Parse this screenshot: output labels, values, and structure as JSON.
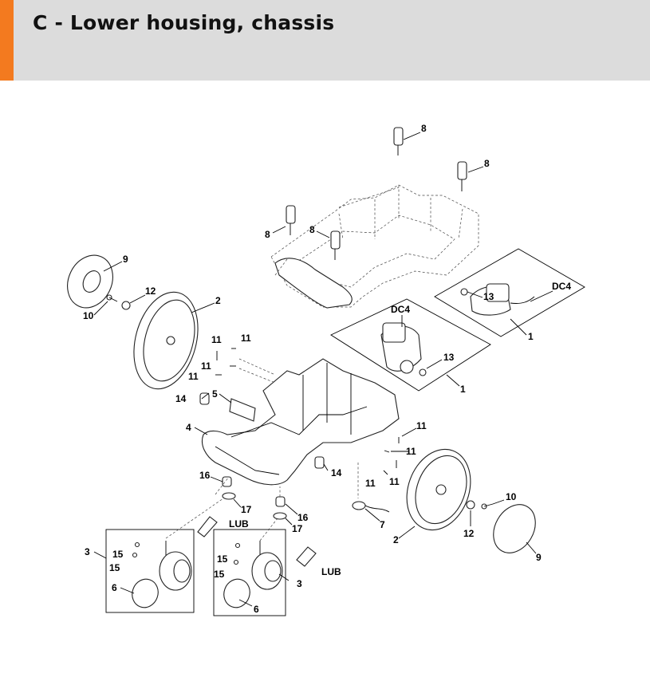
{
  "title": "C - Lower housing, chassis",
  "accent_color": "#f37a1f",
  "header_color": "#dcdcdc",
  "callouts": {
    "c8a": "8",
    "c8b": "8",
    "c8c": "8",
    "c8d": "8",
    "c9a": "9",
    "c12a": "12",
    "c10a": "10",
    "c2a": "2",
    "c11a": "11",
    "c11b": "11",
    "c11c": "11",
    "c11d": "11",
    "c5": "5",
    "c14a": "14",
    "c4": "4",
    "c13a": "13",
    "cdc4a": "DC4",
    "c1a": "1",
    "cdc4b": "DC4",
    "c13b": "13",
    "c1b": "1",
    "c11e": "11",
    "c11f": "11",
    "c11g": "11",
    "c11h": "11",
    "c14b": "14",
    "c16a": "16",
    "c17a": "17",
    "club1": "LUB",
    "c16b": "16",
    "c17b": "17",
    "c7": "7",
    "c10b": "10",
    "c12b": "12",
    "c9b": "9",
    "c2b": "2",
    "c3a": "3",
    "c15a": "15",
    "c15b": "15",
    "c6a": "6",
    "c15c": "15",
    "c15d": "15",
    "c3b": "3",
    "c6b": "6",
    "club2": "LUB"
  }
}
